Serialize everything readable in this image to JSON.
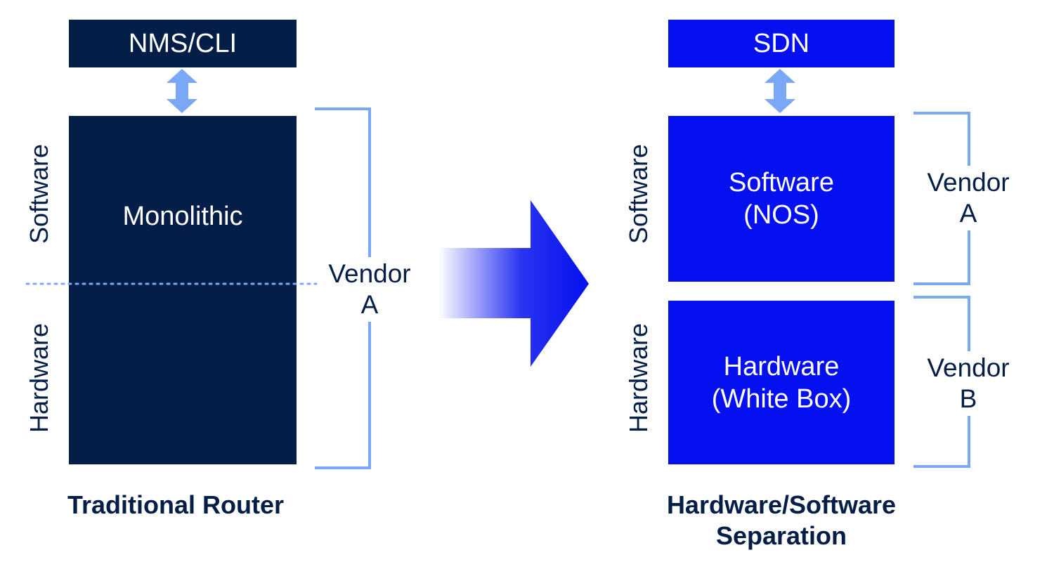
{
  "left": {
    "top_box": "NMS/CLI",
    "main_box": "Monolithic",
    "software_label": "Software",
    "hardware_label": "Hardware",
    "vendor": "Vendor\nA",
    "caption": "Traditional Router"
  },
  "right": {
    "top_box": "SDN",
    "software_box": "Software\n(NOS)",
    "hardware_box": "Hardware\n(White Box)",
    "software_label": "Software",
    "hardware_label": "Hardware",
    "vendor_a": "Vendor\nA",
    "vendor_b": "Vendor\nB",
    "caption": "Hardware/Software\nSeparation"
  },
  "colors": {
    "navy": "#041e47",
    "blue": "#0410ef",
    "light_blue": "#7ba7f7"
  },
  "icons": {
    "left_connector": "double-arrow-vertical",
    "right_connector": "double-arrow-vertical",
    "transition": "gradient-arrow-right"
  }
}
